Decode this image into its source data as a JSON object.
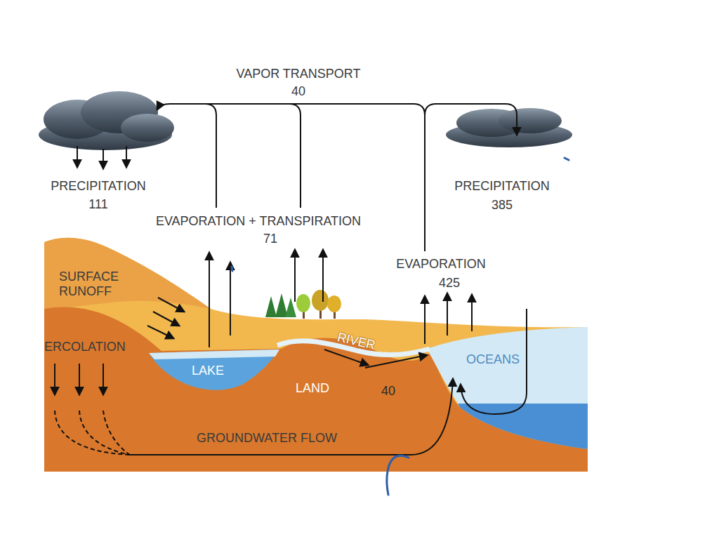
{
  "diagram": {
    "labels": [
      "VAPOR TRANSPORT",
      "40",
      "PRECIPITATION",
      "111",
      "PRECIPITATION",
      "385",
      "EVAPORATION + TRANSPIRATION",
      "71",
      "SURFACE RUNOFF",
      "EVAPORATION",
      "425",
      "ERCOLATION",
      "RIVER",
      "OCEANS",
      "LAKE",
      "LAND",
      "40",
      "GROUNDWATER FLOW"
    ]
  }
}
